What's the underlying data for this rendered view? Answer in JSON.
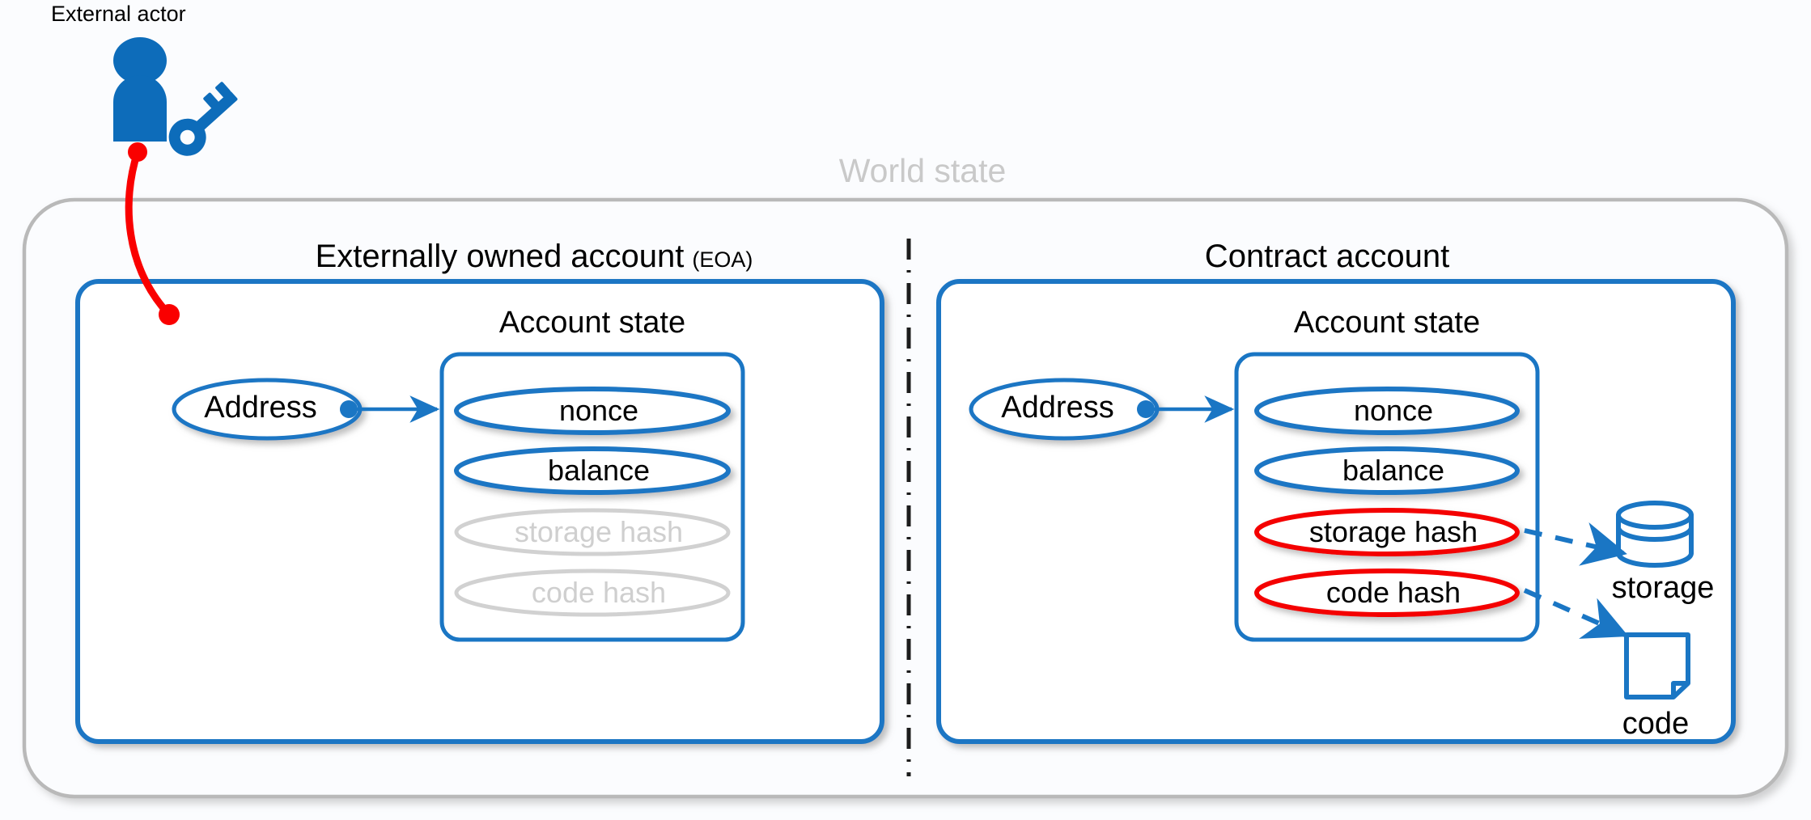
{
  "diagram": {
    "title_hidden": "Ethereum account types",
    "colors": {
      "blue": "#1a76c4",
      "blue_dark": "#0d6cba",
      "red": "#ff0000",
      "red_ellipse": "#f40000",
      "grey": "#b9b9b9",
      "grey_text": "#c9c9c9",
      "grey_faded": "#cfcfcf",
      "black": "#000000",
      "background": "#fbfcfe"
    }
  },
  "actor": {
    "label": "External actor",
    "person_icon": "person-icon",
    "key_icon": "key-icon",
    "link_icon": "red-connector-line"
  },
  "world_state": {
    "label": "World state"
  },
  "divider": {
    "style": "dash-dot-vertical"
  },
  "accounts": [
    {
      "id": "eoa",
      "title": "Externally owned account",
      "title_suffix": "(EOA)",
      "inner_title": "Account state",
      "address": {
        "label": "Address",
        "anchor_icon": "anchor-dot-icon",
        "arrow_icon": "arrow-right-icon"
      },
      "fields": [
        {
          "label": "nonce",
          "state": "active",
          "outline": "#1a76c4"
        },
        {
          "label": "balance",
          "state": "active",
          "outline": "#1a76c4"
        },
        {
          "label": "storage hash",
          "state": "disabled",
          "outline": "#cfcfcf"
        },
        {
          "label": "code hash",
          "state": "disabled",
          "outline": "#cfcfcf"
        }
      ],
      "attachments": []
    },
    {
      "id": "contract",
      "title": "Contract account",
      "title_suffix": "",
      "inner_title": "Account state",
      "address": {
        "label": "Address",
        "anchor_icon": "anchor-dot-icon",
        "arrow_icon": "arrow-right-icon"
      },
      "fields": [
        {
          "label": "nonce",
          "state": "active",
          "outline": "#1a76c4"
        },
        {
          "label": "balance",
          "state": "active",
          "outline": "#1a76c4"
        },
        {
          "label": "storage hash",
          "state": "highlighted",
          "outline": "#f40000"
        },
        {
          "label": "code hash",
          "state": "highlighted",
          "outline": "#f40000"
        }
      ],
      "attachments": [
        {
          "label": "storage",
          "icon": "database-cylinder-icon",
          "from": "storage hash"
        },
        {
          "label": "code",
          "icon": "document-note-icon",
          "from": "code hash"
        }
      ]
    }
  ]
}
